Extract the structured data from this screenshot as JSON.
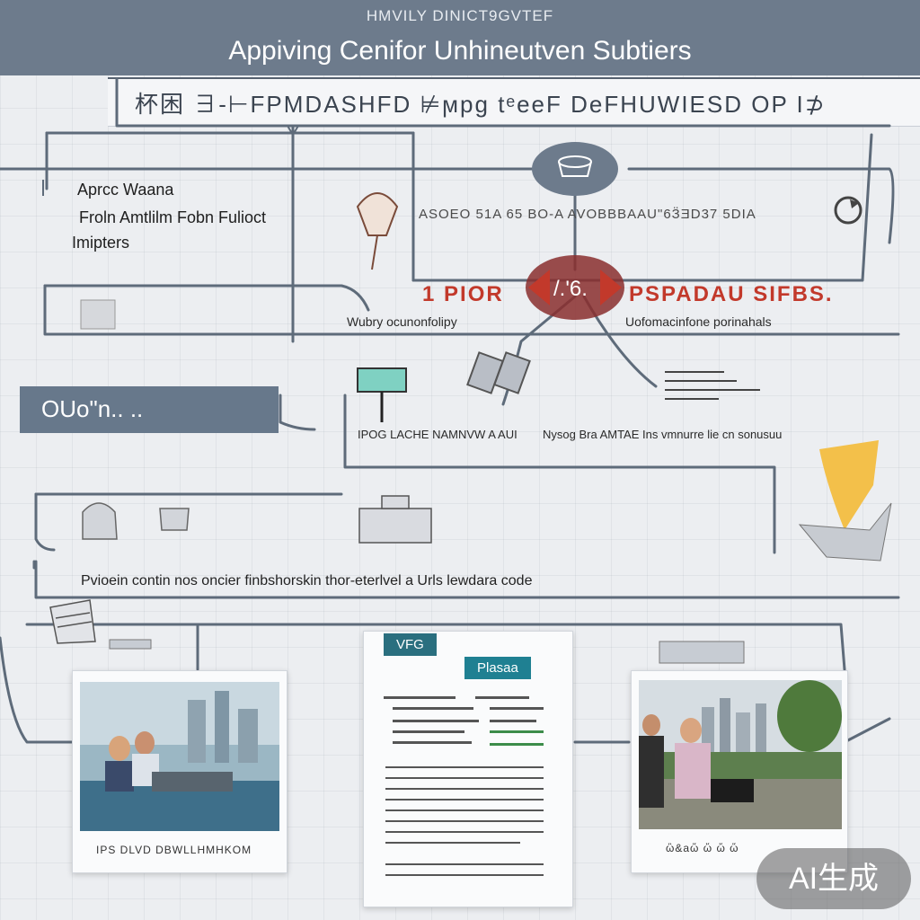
{
  "header": {
    "subtitle": "HMVILY DINICT9GVTEF",
    "title": "Appiving Cenifor Unhineutven Subtiers"
  },
  "band": {
    "text": "杯困 ∃-⊢FPMDASHFD ⊭ϻpg tᵉeeF DeFHUWIESD OP I⊅"
  },
  "labels": {
    "left_top": "Aprcc Waana",
    "left_mid": "Froln Amtlilm Fobn  Fulioct",
    "left_bottom": "Imipters",
    "code_row": "ASOEO 51A 65 BO-A AVOBBBAAU\"6ӞƎD37 5DIA",
    "red_left": "1 PIOR",
    "red_right": "PSPADAU SIFBS.",
    "center_node": "/.'6.",
    "mid_left": "Wubry ocunonfolipy",
    "mid_right": "Uofomacinfone porinahals",
    "bar": "OUo\"n.. ..",
    "row_caption_1": "IPOG LACHE NAMNVW A  AUI",
    "row_caption_2": "Nysog Bra AMTAE  Ins vmnurre lie cn sonusuu",
    "long_row": "Pvioein contin nos oncier  finbshorskin thor-eterlvel a Urls lewdara  code",
    "photo_left_caption": "IPS DLVD DBWLLHMHKOM",
    "doc_tag_top": "VFG",
    "doc_tag": "Plasaa",
    "photo_right_caption": "ὢ&aὥ ὥ ὥ ὥ",
    "watermark": "AI生成"
  },
  "colors": {
    "header": "#6d7b8c",
    "line": "#5e6b7a",
    "accent_red": "#c2392b",
    "accent_teal": "#1f8092"
  },
  "icons": [
    "lamp-icon",
    "node-lid-icon",
    "refresh-icon",
    "box-icon",
    "monitor-icon",
    "camera-icon",
    "list-icon",
    "wave-icon",
    "briefcase-icon",
    "fire-icon",
    "folder-icon",
    "gadget-icon"
  ]
}
